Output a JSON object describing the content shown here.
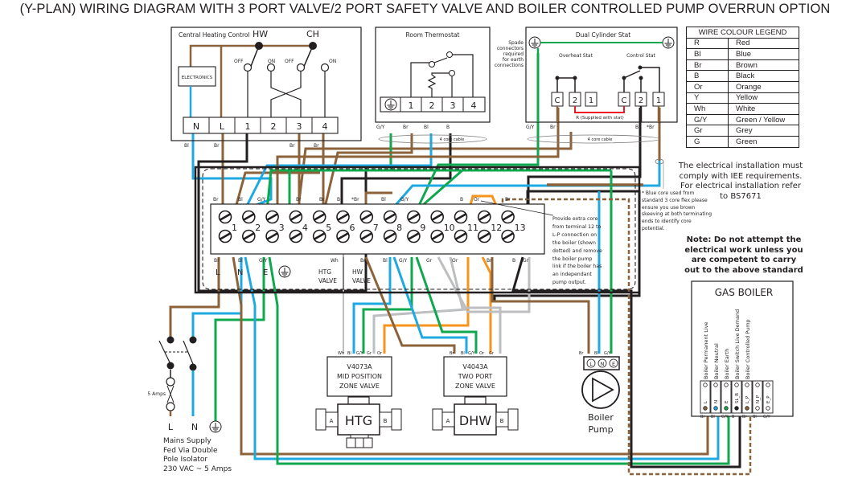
{
  "title": "(Y-PLAN) WIRING DIAGRAM WITH 3 PORT VALVE/2 PORT SAFETY VALVE AND BOILER CONTROLLED PUMP OVERRUN OPTION",
  "central_heating_control": {
    "label": "Central Heating Control",
    "hw_label": "HW",
    "ch_label": "CH",
    "electronics_label": "ELECTRONICS",
    "switch_labels": [
      "OFF",
      "ON",
      "OFF",
      "ON"
    ],
    "terminals": [
      "N",
      "L",
      "1",
      "2",
      "3",
      "4"
    ],
    "wire_labels": [
      "Bl",
      "Br",
      "Br",
      "Br"
    ]
  },
  "room_thermostat": {
    "label": "Room Thermostat",
    "terminals": [
      "earth",
      "1",
      "2",
      "3",
      "4"
    ],
    "wire_labels": [
      "G/Y",
      "Br",
      "Bl",
      "B"
    ],
    "cable_label": "4 core cable"
  },
  "spade_note": [
    "Spade",
    "connectors",
    "required",
    "for earth",
    "connections"
  ],
  "dual_cylinder_stat": {
    "label": "Dual Cylinder Stat",
    "overheat_label": "Overheat Stat",
    "control_label": "Control Stat",
    "terminals": [
      "C",
      "2",
      "1",
      "C",
      "2",
      "1"
    ],
    "link_label": "R (Supplied with stat)",
    "wire_labels": [
      "G/Y",
      "Br",
      "B",
      "*Br"
    ],
    "cable_label": "4 core cable"
  },
  "legend": {
    "title": "WIRE COLOUR LEGEND",
    "rows": [
      {
        "code": "R",
        "name": "Red"
      },
      {
        "code": "Bl",
        "name": "Blue"
      },
      {
        "code": "Br",
        "name": "Brown"
      },
      {
        "code": "B",
        "name": "Black"
      },
      {
        "code": "Or",
        "name": "Orange"
      },
      {
        "code": "Y",
        "name": "Yellow"
      },
      {
        "code": "Wh",
        "name": "White"
      },
      {
        "code": "G/Y",
        "name": "Green / Yellow"
      },
      {
        "code": "Gr",
        "name": "Grey"
      },
      {
        "code": "G",
        "name": "Green"
      }
    ]
  },
  "notes": {
    "iee": "The electrical installation must comply with IEE requirements. For electrical installation refer to BS7671",
    "warning": "Note: Do not attempt the electrical work unless you are competent to carry out to the above standard",
    "blue_core": "* Blue core used from standard 3 core flex please ensure you use brown skeeving at both terminating ends to identify core potential.",
    "extra_core": "Provide extra core from terminal 12 to L-P connection on the boiler (shown dotted) and remove the boiler pump link if the boiler has an independant pump output."
  },
  "junction_box": {
    "terminal_numbers": [
      "1",
      "2",
      "3",
      "4",
      "5",
      "6",
      "7",
      "8",
      "9",
      "10",
      "11",
      "12",
      "13"
    ],
    "top_wire_labels": [
      "Br",
      "Bl",
      "G/Y",
      "Br",
      "Br",
      "B",
      "*Br",
      "Bl",
      "G/Y",
      "B",
      "Or",
      "Br",
      "B"
    ],
    "bottom_wire_labels": [
      "Br",
      "Bl",
      "G/Y",
      "Wh",
      "Br",
      "Bl",
      "G/Y",
      "Gr",
      "Or",
      "Br",
      "B",
      "Gr"
    ],
    "labels": {
      "L": "L",
      "N": "N",
      "E": "E",
      "htg_valve": "HTG VALVE",
      "hw_valve": "HW VALVE"
    }
  },
  "mains": {
    "fuse_label": "5 Amps",
    "terminals": [
      "L",
      "N"
    ],
    "caption": [
      "Mains Supply",
      "Fed Via Double",
      "Pole Isolator",
      "230 VAC ~ 5 Amps"
    ]
  },
  "htg_valve": {
    "model": "V4073A",
    "desc1": "MID POSITION",
    "desc2": "ZONE VALVE",
    "body": "HTG",
    "ports": [
      "A",
      "B"
    ],
    "wire_labels": [
      "Wh",
      "Bl",
      "G/Y",
      "Gr",
      "Or"
    ]
  },
  "dhw_valve": {
    "model": "V4043A",
    "desc1": "TWO PORT",
    "desc2": "ZONE VALVE",
    "body": "DHW",
    "ports": [
      "A",
      "B"
    ],
    "wire_labels": [
      "Br",
      "Bl",
      "G/Y",
      "Or",
      "Gr"
    ]
  },
  "pump": {
    "label1": "Boiler",
    "label2": "Pump",
    "terminals": [
      "L",
      "N",
      "E"
    ],
    "wire_labels": [
      "Br",
      "Bl",
      "G/Y"
    ]
  },
  "boiler": {
    "title": "GAS BOILER",
    "terminal_descriptions": [
      "Boiler Permanent Live",
      "Boiler Neutral",
      "Boiler Earth",
      "Boiler Switch Live Demand",
      "Boiler Controlled Pump"
    ],
    "terminals": [
      "L",
      "N",
      "E",
      "SL_B",
      "L_P",
      "N_P",
      "E_P"
    ],
    "wire_labels": [
      "Br",
      "Bl",
      "G/Y",
      "B",
      "Br",
      "Bl",
      "G/Y"
    ]
  },
  "colors": {
    "brown": "#8b6239",
    "blue": "#1fa9e1",
    "green": "#10a84f",
    "black": "#231f20",
    "orange": "#f7941d",
    "grey": "#bcbec0",
    "red": "#ed1c24"
  }
}
